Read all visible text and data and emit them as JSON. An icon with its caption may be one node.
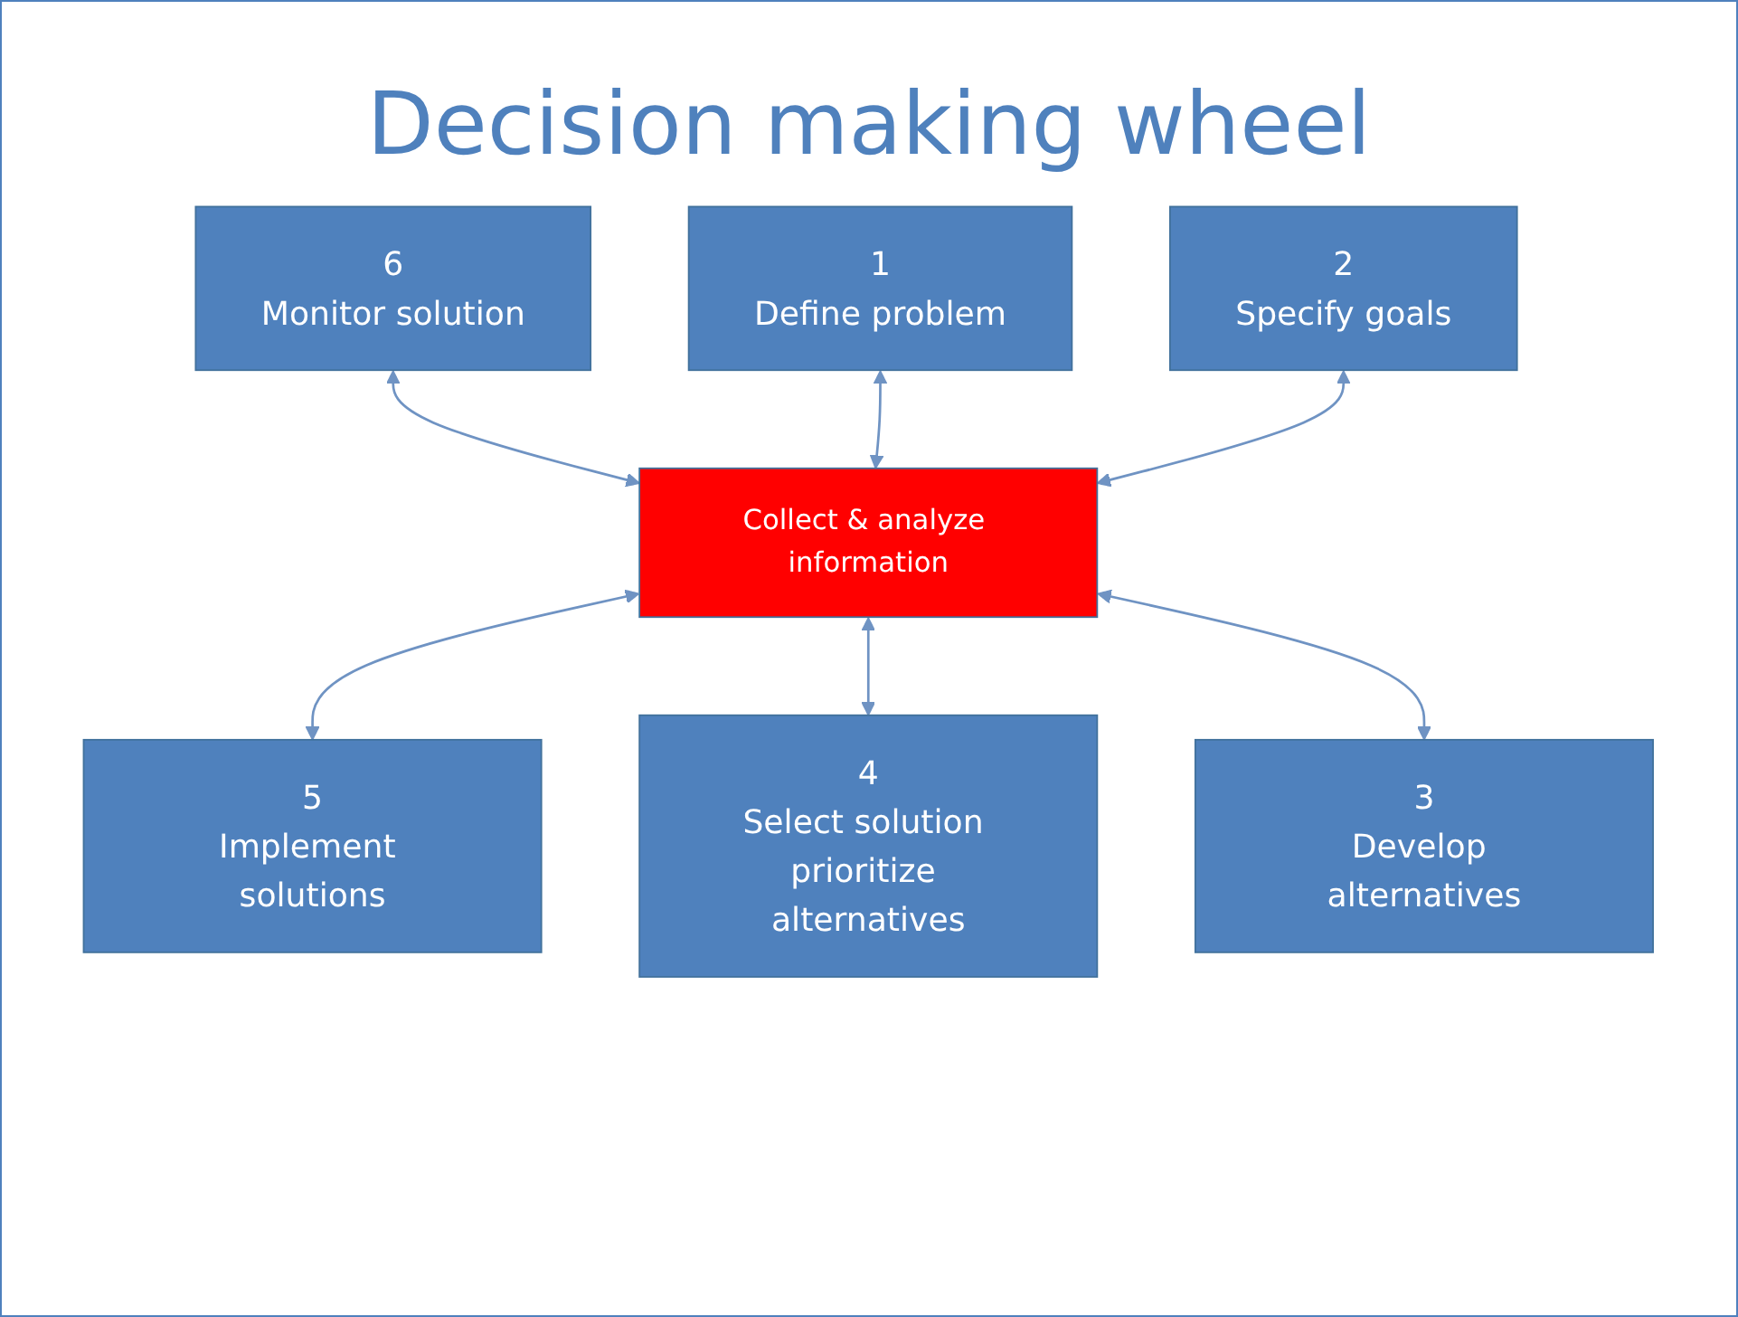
{
  "diagram": {
    "title": "Decision making wheel",
    "nodes": [
      {
        "text": [
          "1",
          "Define problem"
        ]
      },
      {
        "text": [
          "6",
          "Monitor solution"
        ]
      },
      {
        "text": [
          "2",
          "Specify goals"
        ]
      },
      {
        "text": [
          "Collect & analyze information"
        ]
      },
      {
        "text": [
          "5",
          "Implement solutions"
        ]
      },
      {
        "text": [
          "3",
          "Develop alternatives"
        ]
      },
      {
        "text": [
          "4",
          "Select solution prioritize alternatives"
        ]
      }
    ],
    "edges": [
      {
        "from": 1,
        "to": 3,
        "arrow": "both"
      },
      {
        "from": 0,
        "to": 3,
        "arrow": "both"
      },
      {
        "from": 2,
        "to": 3,
        "arrow": "both"
      },
      {
        "from": 3,
        "to": 4,
        "arrow": "both"
      },
      {
        "from": 3,
        "to": 6,
        "arrow": "both"
      },
      {
        "from": 3,
        "to": 5,
        "arrow": "both"
      }
    ]
  }
}
